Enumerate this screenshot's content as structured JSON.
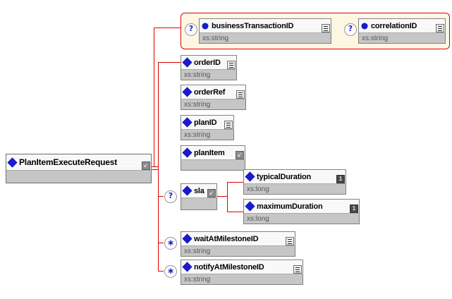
{
  "diagram": {
    "title": "PlanItemExecuteRequest",
    "kind": "xml-schema-tree",
    "colors": {
      "connector": "#e00000",
      "group_border": "#e00000",
      "group_fill": "#fdf6e3",
      "node_border": "#808080",
      "type_row": "#c6c6c6",
      "icon_blue": "#1a1ad6"
    }
  },
  "root": {
    "label": "PlanItemExecuteRequest",
    "type": "",
    "element_icon": "blue-diamond-icon",
    "badge": "complex-type-icon",
    "badge_glyph": "↙"
  },
  "group": {
    "name": "optional-group",
    "border_color": "#e00000",
    "fill": "#fdf6e3",
    "children": [
      {
        "label": "businessTransactionID",
        "type": "xs:string",
        "element_icon": "blue-circle-icon",
        "occurrence": "?",
        "occurrence_name": "optional-indicator",
        "badge": "simple-type-icon"
      },
      {
        "label": "correlationID",
        "type": "xs:string",
        "element_icon": "blue-circle-icon",
        "occurrence": "?",
        "occurrence_name": "optional-indicator",
        "badge": "simple-type-icon"
      }
    ]
  },
  "elements": [
    {
      "label": "orderID",
      "type": "xs:string",
      "element_icon": "blue-diamond-icon",
      "occurrence": "",
      "badge": "simple-type-icon"
    },
    {
      "label": "orderRef",
      "type": "xs:string",
      "element_icon": "blue-diamond-icon",
      "occurrence": "",
      "badge": "simple-type-icon"
    },
    {
      "label": "planID",
      "type": "xs:string",
      "element_icon": "blue-diamond-icon",
      "occurrence": "",
      "badge": "simple-type-icon"
    },
    {
      "label": "planItem",
      "type": "",
      "element_icon": "blue-diamond-icon",
      "occurrence": "",
      "badge": "complex-type-icon",
      "badge_glyph": "↙"
    },
    {
      "label": "sla",
      "type": "",
      "element_icon": "blue-diamond-icon",
      "occurrence": "?",
      "occurrence_name": "optional-indicator",
      "badge": "complex-type-icon",
      "badge_glyph": "↙"
    },
    {
      "label": "waitAtMilestoneID",
      "type": "xs:string",
      "element_icon": "blue-diamond-icon",
      "occurrence": "∗",
      "occurrence_name": "repeating-indicator",
      "badge": "simple-type-icon"
    },
    {
      "label": "notifyAtMilestoneID",
      "type": "xs:string",
      "element_icon": "blue-diamond-icon",
      "occurrence": "∗",
      "occurrence_name": "repeating-indicator",
      "badge": "simple-type-icon"
    }
  ],
  "sla_children": [
    {
      "label": "typicalDuration",
      "type": "xs:long",
      "element_icon": "blue-diamond-icon",
      "badge": "one-badge-icon",
      "badge_glyph": "1"
    },
    {
      "label": "maximumDuration",
      "type": "xs:long",
      "element_icon": "blue-diamond-icon",
      "badge": "one-badge-icon",
      "badge_glyph": "1"
    }
  ]
}
